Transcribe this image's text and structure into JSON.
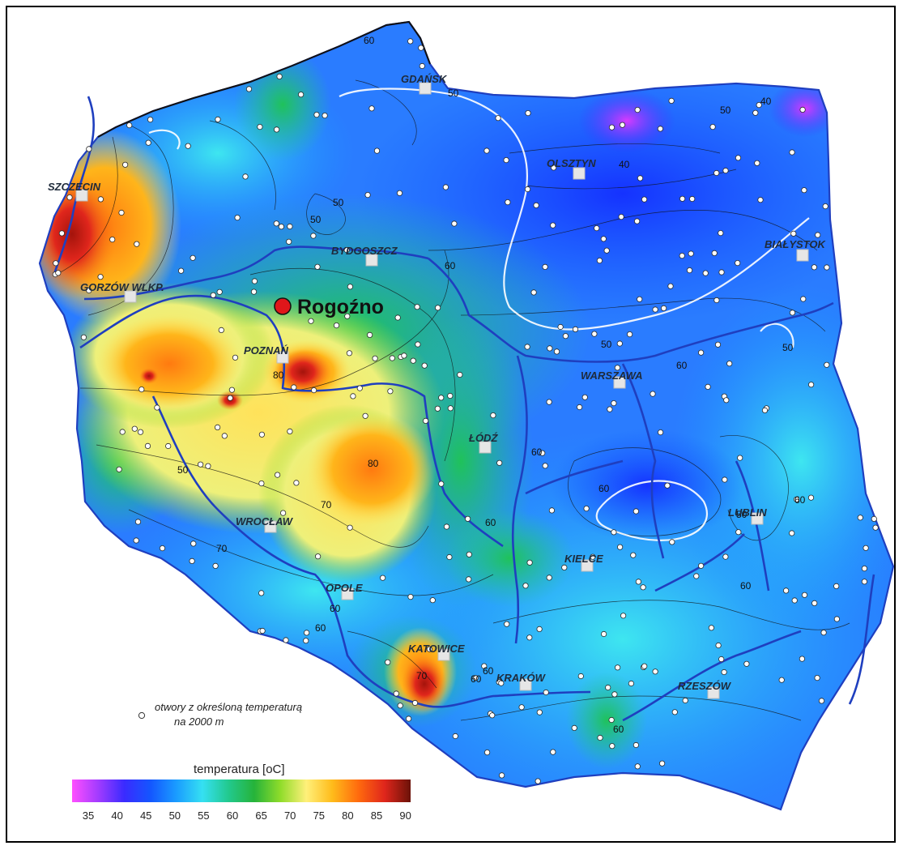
{
  "map": {
    "cities": [
      {
        "name": "GDAŃSK"
      },
      {
        "name": "OLSZTYN"
      },
      {
        "name": "SZCZECIN"
      },
      {
        "name": "BYDGOSZCZ"
      },
      {
        "name": "BIAŁYSTOK"
      },
      {
        "name": "GORZÓW WLKP."
      },
      {
        "name": "POZNAŃ"
      },
      {
        "name": "WARSZAWA"
      },
      {
        "name": "ŁÓDŹ"
      },
      {
        "name": "WROCŁAW"
      },
      {
        "name": "LUBLIN"
      },
      {
        "name": "KIELCE"
      },
      {
        "name": "OPOLE"
      },
      {
        "name": "KATOWICE"
      },
      {
        "name": "KRAKÓW"
      },
      {
        "name": "RZESZÓW"
      }
    ],
    "highlight_location": "Rogoźno",
    "contour_labels": [
      "60",
      "50",
      "40",
      "50",
      "40",
      "50",
      "50",
      "50",
      "50",
      "70",
      "60",
      "60",
      "80",
      "80",
      "60",
      "60",
      "60",
      "50",
      "60",
      "70",
      "60",
      "60",
      "70",
      "60",
      "60",
      "60",
      "50",
      "60"
    ],
    "colors": {
      "highlight_marker": "#e0161a",
      "rivers": "#1f3fbf",
      "borehole": "#ffffff"
    }
  },
  "legend": {
    "borehole_note_line1": "otwory z określoną temperaturą",
    "borehole_note_line2": "na 2000 m",
    "title": "temperatura   [oC]",
    "ticks": [
      "35",
      "40",
      "45",
      "50",
      "55",
      "60",
      "65",
      "70",
      "75",
      "80",
      "85",
      "90"
    ],
    "gradient_colors": [
      "#ff4fff",
      "#a23bff",
      "#3a2bff",
      "#1456ff",
      "#1a9cff",
      "#35e0f2",
      "#22c98e",
      "#26b33a",
      "#8fdc2a",
      "#fff07a",
      "#ffbb1a",
      "#ff6a0e",
      "#e0261c",
      "#6b1208"
    ]
  }
}
